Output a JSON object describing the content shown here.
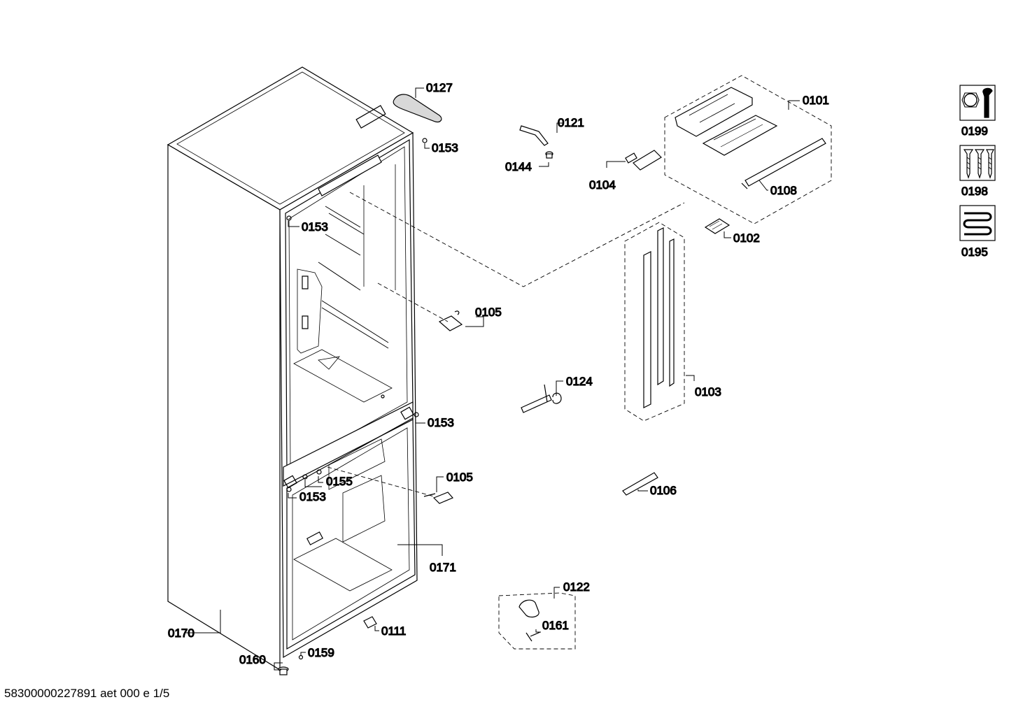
{
  "footer": {
    "document_id": "58300000227891 aet 000 e 1/5"
  },
  "callouts": {
    "c0101": "0101",
    "c0102": "0102",
    "c0103": "0103",
    "c0104": "0104",
    "c0105a": "0105",
    "c0105b": "0105",
    "c0106": "0106",
    "c0108": "0108",
    "c0111": "0111",
    "c0121": "0121",
    "c0122": "0122",
    "c0124": "0124",
    "c0127": "0127",
    "c0144": "0144",
    "c0153a": "0153",
    "c0153b": "0153",
    "c0153c": "0153",
    "c0153d": "0153",
    "c0155": "0155",
    "c0159": "0159",
    "c0160": "0160",
    "c0161": "0161",
    "c0170": "0170",
    "c0171": "0171"
  },
  "side_icons": {
    "i0199": {
      "label": "0199",
      "icon": "nut-wrench-icon"
    },
    "i0198": {
      "label": "0198",
      "icon": "screws-icon"
    },
    "i0195": {
      "label": "0195",
      "icon": "heating-coil-icon"
    }
  }
}
